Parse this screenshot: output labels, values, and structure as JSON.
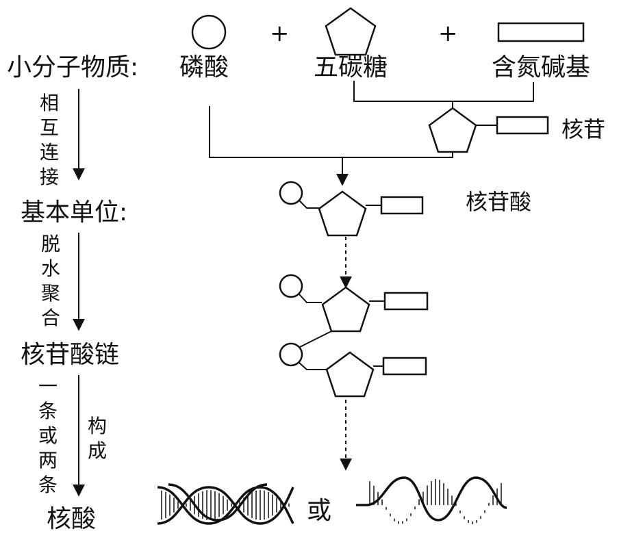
{
  "levels": {
    "small_molecules": "小分子物质:",
    "basic_unit": "基本单位:",
    "chain": "核苷酸链",
    "nucleic_acid": "核酸"
  },
  "processes": {
    "connect": [
      "相",
      "互",
      "连",
      "接"
    ],
    "dehydration": [
      "脱",
      "水",
      "聚",
      "合"
    ],
    "count": [
      "一",
      "条",
      "或",
      "两",
      "条"
    ],
    "compose": [
      "构",
      "成"
    ]
  },
  "components": {
    "phosphate": "磷酸",
    "plus": "+",
    "sugar": "五碳糖",
    "base": "含氮碱基"
  },
  "labels": {
    "nucleoside": "核苷",
    "nucleotide": "核苷酸",
    "or": "或"
  }
}
